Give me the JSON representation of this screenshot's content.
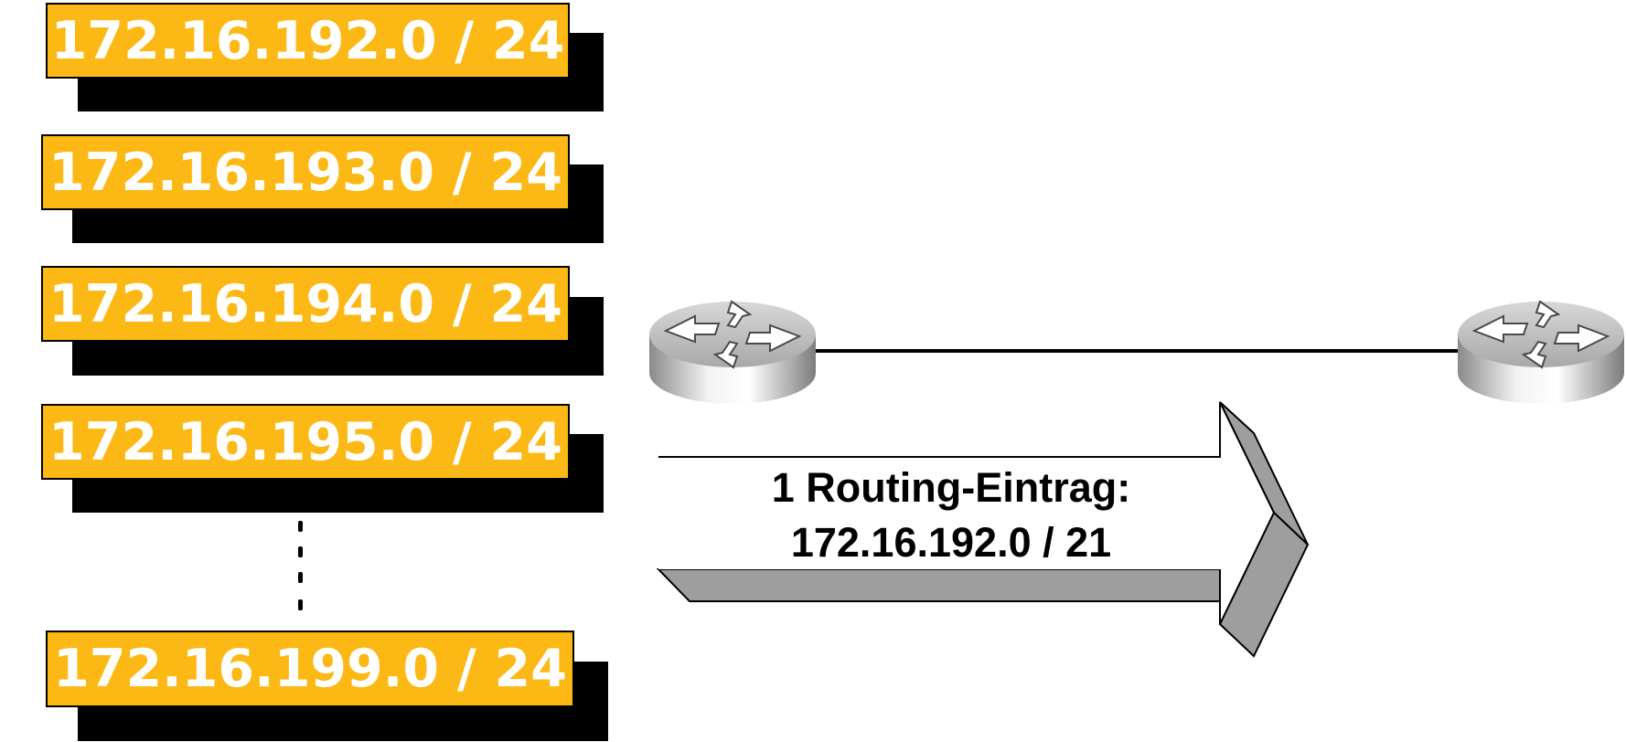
{
  "colors": {
    "box_fill": "#FCB814",
    "shadow": "#000000",
    "arrow_face": "#FFFFFF",
    "arrow_side": "#9E9E9E",
    "link": "#000000"
  },
  "networks": [
    {
      "label": "172.16.192.0 / 24"
    },
    {
      "label": "172.16.193.0 / 24"
    },
    {
      "label": "172.16.194.0 / 24"
    },
    {
      "label": "172.16.195.0 / 24"
    },
    {
      "label": "172.16.199.0 / 24"
    }
  ],
  "routers": [
    {
      "icon": "router-icon"
    },
    {
      "icon": "router-icon"
    }
  ],
  "route": {
    "line1": "1 Routing-Eintrag:",
    "line2": "172.16.192.0 / 21"
  }
}
